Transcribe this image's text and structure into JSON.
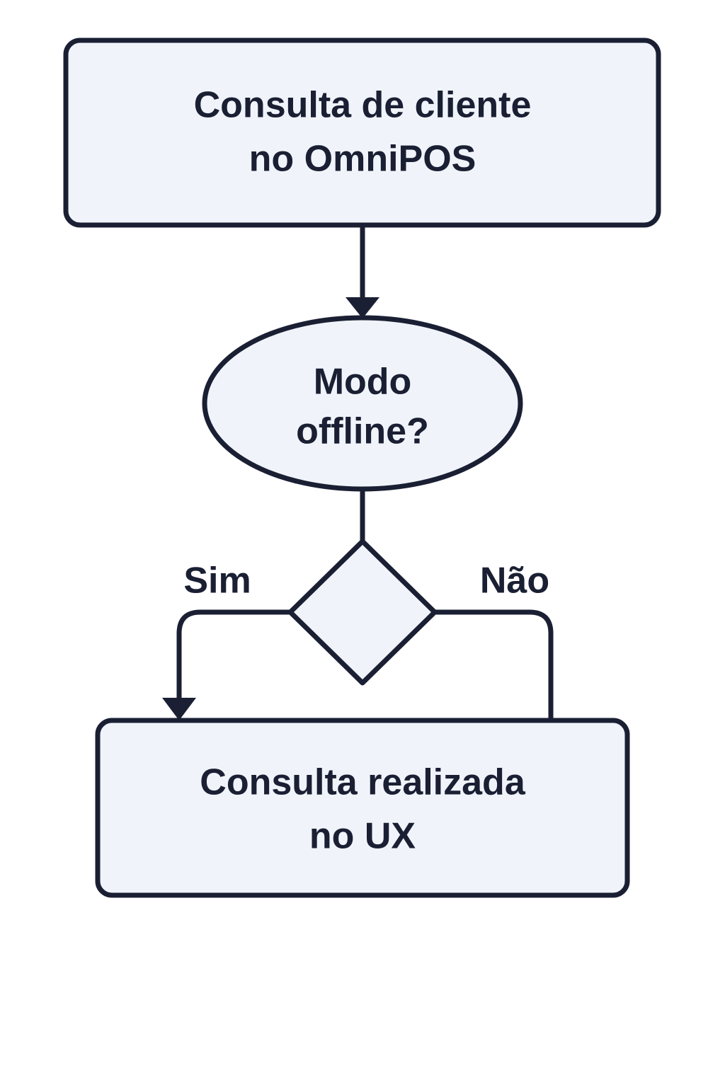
{
  "diagram": {
    "title": "Consulta de cliente no OmniPOS",
    "background_color": "#ffffff",
    "node_fill_color": "#f0f4fa",
    "stroke_color": "#1a1f33",
    "text_color": "#1a1f33",
    "nodes": [
      {
        "id": "start",
        "shape": "rounded-rectangle",
        "lines": [
          "Consulta de cliente",
          "no OmniPOS"
        ]
      },
      {
        "id": "decision-mode",
        "shape": "ellipse",
        "lines": [
          "Modo",
          "offline?"
        ]
      },
      {
        "id": "branch-diamond",
        "shape": "diamond",
        "lines": []
      },
      {
        "id": "result",
        "shape": "rounded-rectangle",
        "lines": [
          "Consulta realizada",
          "no UX"
        ]
      }
    ],
    "edges": [
      {
        "id": "start-to-decision",
        "label": "",
        "arrow": true
      },
      {
        "id": "decision-to-diamond",
        "label": "",
        "arrow": false
      },
      {
        "id": "diamond-yes",
        "label": "Sim",
        "arrow": true
      },
      {
        "id": "diamond-no",
        "label": "Não",
        "arrow": false
      }
    ]
  }
}
